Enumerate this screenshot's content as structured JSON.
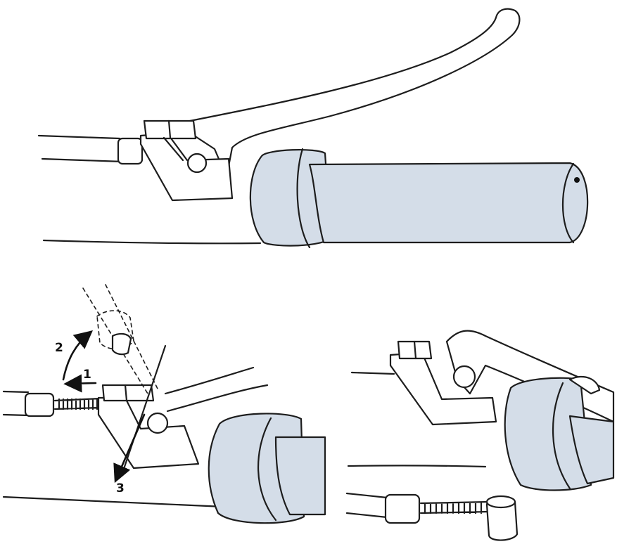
{
  "steps": [
    {
      "number": "1"
    },
    {
      "number": "2"
    },
    {
      "number": "3"
    }
  ],
  "colors": {
    "ink": "#1d1d1d",
    "grip": "#d4dde8",
    "paper": "#ffffff"
  }
}
